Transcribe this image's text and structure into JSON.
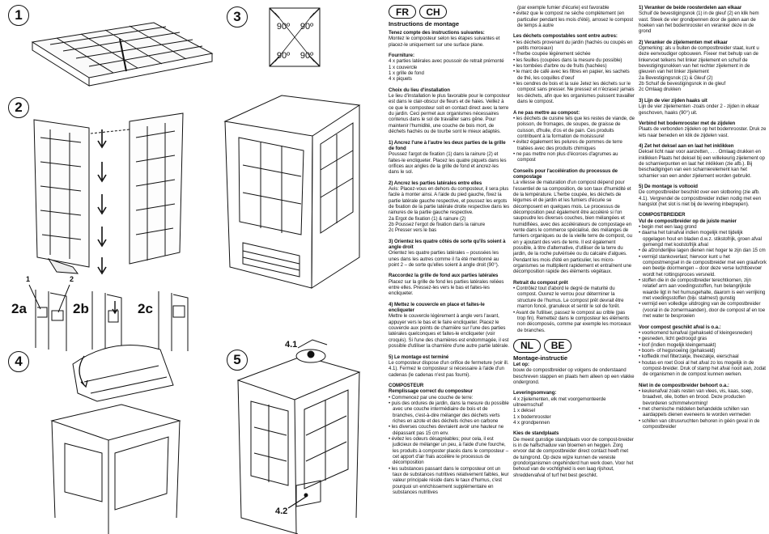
{
  "figures": {
    "steps": [
      "1",
      "2",
      "3",
      "4",
      "5"
    ],
    "sub2": [
      "2a",
      "2b",
      "2c"
    ],
    "small_callouts": [
      "1",
      "2"
    ],
    "callouts": [
      "4.1",
      "4.2"
    ],
    "degree_labels": [
      "90º",
      "90º",
      "90º",
      "90º"
    ]
  },
  "fr": {
    "badges": [
      "FR",
      "CH"
    ],
    "title": "Instructions de montage",
    "intro_heading": "Tenez compte des instructions suivantes:",
    "intro_text": "Montez le composteur selon les étapes suivantes et placez-le uniquement sur une surface plane.",
    "supply_heading": "Fourniture:",
    "supply_items": [
      "4 x parties latérales avec poussoir de retrait prémonté",
      "1 x couvercle",
      "1 x grille de fond",
      "4 x piquets"
    ],
    "place_heading": "Choix du lieu d'installation",
    "place_text": "Le lieu d'installation le plus favorable pour le composteur est dans le clair-obscur de fleurs et de haies. Veillez à ce que le composteur soit en contact direct avec la terre du jardin. Ceci permet aux organismes nécessaires contenus dans le sol de travailler sans gêne. Pour maintenir l'humidité, une couche de bois mort, de déchets hachés ou de tourbe sont le mieux adaptés.",
    "s1_heading": "1) Ancrez l'une à l'autre les deux parties de la grille de fond",
    "s1_text": "Poussez l'argot de fixation (1) dans la rainure (2) et faites-le encliqueter. Placez les quatre piquets dans les orifices aux angles de la grille de fond et ancrez-les dans le sol.",
    "s2_heading": "2) Ancrez les parties latérales entre elles",
    "s2_text": "Avis: Placez-vous en dehors du composteur, il sera plus facile à monter ainsi. A l'aide du pied gauche, fixez la partie latérale gauche respective, et poussez les ergots de fixation de la partie latérale droite respective dans les rainures de la partie gauche respective.",
    "s2_lines": [
      "2a Ergot de fixation (1) & rainure (2)",
      "2b Poussez l'ergot de fixation dans la rainure",
      "2c Presser vers le bas"
    ],
    "s3_heading": "3) Orientez les quatre côtés de sorte qu'ils soient à angle droit",
    "s3_text": "Orientez les quatre parties latérales – poussées les unes dans les autres comme il l'a été mentionné au point 2 – de sorte qu'elles soient à angle droit (90°).",
    "s3b_heading": "Raccordez la grille de fond aux parties latérales",
    "s3b_text": "Placez sur la grille de fond les parties latérales reliées entre elles. Pressez-les vers le bas et faites-les encliqueter.",
    "s4_heading": "4) Mettez le couvercle en place et faites-le encliqueter",
    "s4_text": "Mettre le couvercle légèrement à angle vers l'avant, appuyer vers le bas et le faire encliqueter. Placez le couvercle aux points de charnière sur l'une des parties latérales quelconques et faites-le encliqueter (voir croquis). Si l'une des charnières est endommagée, il est possible d'utiliser la charnière d'une autre partie latérale.",
    "s5_heading": "5) Le montage est terminé",
    "s5_text": "Le composteur dispose d'un orifice de fermeture (voir ill. 4.1). Fermez le composteur si nécessaire à l'aide d'un cadenas (le cadenas n'est pas fourni).",
    "comp_heading": "COMPOSTEUR",
    "fill_heading": "Remplissage correct du composteur",
    "fill_items": [
      "Commencez par une couche de terre:",
      "puis des ordures de jardin, dans la mesure du possible avec une couche intermédiaire de bois et de branches, c'est-à-dire mélanger des déchets verts riches en azote et des déchets riches en carbone",
      "les diverses couches devraient avoir une hauteur ne dépassant pas 15 cm env.",
      "évitez les odeurs désagréables; pour cela, il est judicieux de mélanger un peu, à l'aide d'une fourche, les produits à composter placés dans le composteur – cet apport d'air frais accélère le processus de décomposition",
      "les substances passant dans le composteur ont un taux de substances nutritives relativement faibles, leur valeur principale réside dans le taux d'humus, c'est pourquoi un enrichissement supplémentaire en substances nutritives"
    ]
  },
  "fr2": {
    "cont_items": [
      "(par exemple fumier d'écurie) est favorable",
      "évitez que le compost ne sèche complètement (en particulier pendant les mois d'été), arrosez le compost de temps à autre"
    ],
    "ok_heading": "Les déchets compostables sont entre autres:",
    "ok_items": [
      "les déchets provenant du jardin (hachés ou coupés en petits morceaux)",
      "l'herbe coupée légèrement séchée",
      "les feuilles (coupées dans la mesure du possible)",
      "les tombées d'arbre ou de fruits (hachées)",
      "le marc de café avec les filtres en papier, les sachets de thé, les coquilles d'oeuf",
      "les cendres de bois et la suie Jetez les déchets sur le compost sans presser. Ne pressez et n'écrasez jamais les déchets, afin que les organismes puissent travailler dans le compost."
    ],
    "not_heading": "A ne pas mettre au compost:",
    "not_items": [
      "les déchets de cuisine tels que les restes de viande, de poisson, de fromages, de soupes, de graisse de cuisson, d'huile, d'os et de pain. Ces produits contribuent à la formation de moisissure!",
      "évitez également les pelures de pommes de terre traitées avec des produits chimiques",
      "ne pas mettre non plus d'écorces d'agrumes au compost"
    ],
    "accel_heading": "Conseils pour l'accélération du processus de compostage",
    "accel_text": "La vitesse de maturation d'un compost dépend pour l'essentiel de sa composition, de son taux d'humidité et de la température. L'herbe coupée, les déchets de légumes et de jardin et les fumiers d'écurie se décomposent en quelques mois. Le processus de décomposition peut également être accéléré si l'on saupoudre les diverses couches, bien mélangées et humidifiées, avec des accélérateurs de compostage en vente dans le commerce spécialisé, des mélanges de fumiers organiques ou de la vieille terre de compost, ou en y ajoutant des vers de terre. Il est également possible, à titre d'alternative, d'utiliser de la terre du jardin, de la roche pulvérisée ou du calcaire d'algues. Pendant les mois d'été en particulier, les micro-organismes se multiplient rapidement et entraînent une décomposition rapide des éléments végétaux.",
    "ret_heading": "Retrait du compost prêt",
    "ret_items": [
      "Contrôlez tout d'abord le degré de maturité du compost. Ouvrez le verrou pour déterminer la structure de l'humus. Le compost prêt devrait être marron foncé, granuleux et sentir le sol de forêt.",
      "Avant de l'utiliser, passez le compost au crible (pas trop fin). Remettez dans le composteur les éléments non décomposés, comme par exemple les morceaux de branches."
    ]
  },
  "nl": {
    "badges": [
      "NL",
      "BE"
    ],
    "title": "Montage-instructie",
    "intro_heading": "Let op:",
    "intro_text": "bouw de compostbreider op volgens de onderstaand beschreven stappen en plaats hem alleen op een vlakke ondergrond.",
    "supply_heading": "Leveringsomvang:",
    "supply_items": [
      "4 x zijelementen, elk met voorgemonteerde uitneemschuif",
      "1 x deksel",
      "1 x bodemrooster",
      "4 x grondpennen"
    ],
    "place_heading": "Kies de standplaats",
    "place_text": "De meest gunstige standplaats voor de compost-breider is in de halfschaduw van bloemen en heggen. Zorg ervoor dat de compostbreider direct contact heeft met de tuingrond. Op deze wijze kunnen de vereiste grondorganismen ongehinderd hun werk doen. Voor het behoud van de vochtigheid is een laag rijshout, shreddervafval of turf het best geschikt."
  },
  "nl2": {
    "s1_heading": "1) Veranker de beide roosterdelen aan elkaar",
    "s1_text": "Schuif de bevestigingsnok (1) in de gleuf (2) en klik hem vast. Steek de vier grondpennen door de gaten aan de hoeken van het bodemrooster en veranker deze in de grond",
    "s2_heading": "2) Veranker de zijelementen met elkaar",
    "s2_text": "Opmerking: als u buiten de compostbreider staat, kunt u deze eenvoudiger opbouwen. Fixeer met behulp van de linkervoet telkens het linker zijelement en schuif de bevestigingsnokken van het rechter zijelement in de gleuven van het linker zijelement",
    "s2_lines": [
      "2a Bevestigingsnok (1) & Gleuf (2)",
      "2b Schuif de bevestigingsnok in de gleuf",
      "2c Omlaag drukken"
    ],
    "s3_heading": "3) Lijn de vier zijden haaks uit",
    "s3_text": "Lijn de vier zijelementen -zoals onder 2 - zijden in elkaar geschoven, haaks (90°) uit.",
    "s3b_heading": "Verbind het bodemrooster met de zijdelen",
    "s3b_text": "Plaats de verbonden zijdelen op het bodemrooster. Druk ze iets naar beneden en klik de zijdelen vast.",
    "s4_heading": "4) Zet het deksel aan en laat het inklikken",
    "s4_text": "Deksel licht naar voor aanzetten, . . . Omlaag drukken en inklikken Plaats het deksel bij een willekeurig zijelement op de scharnierpunten en laat het inklikken (zie afb.). Bij beschadigingen van een scharnierelement kan het scharnier van een ander zijelement worden gebruikt.",
    "s5_heading": "5) De montage is voltooid",
    "s5_text": "De compostbreider beschikt over een slotboring (zie afb. 4.1). Vergrendel de compostbreider indien nodig met een hangslot (het slot is niet bij de levering inbegrepen).",
    "comp_heading": "COMPOSTBREIDER",
    "fill_heading": "Vul de compostbreider op de juiste manier",
    "fill_items": [
      "begin met een laag grond",
      "daarna het tuinafval indien mogelijk met tijdelijk opgelagen hout en bladen d.w.z. stikstofrijk, groen afval gemengd met koolstofrijk afval",
      "de afzonderlijke lagen dienen niet hoger te zijn dan 15 cm",
      "vermijd stankoverlast; hiervoor kunt u het compostmengsel in de compostbreider met een graafvork een beetje doormengen – door deze verse luchttoevoer wordt het rottingsproces versneld.",
      "stoffen die in de compostbreider terechtkomen, zijn relatief arm aan voedingsstoffen, hun belangrijkste waarde ligt in het humusgehalte, daarom is een verrijking met voedingsstoffen (bijv. stalmest) gunstig",
      "vermijd een volledige uitdroging van de compostbreider (vooral in de zomermaanden), door de compost af en toe met water te besproeien"
    ],
    "ok_heading": "Voor compost geschikt afval is o.a.:",
    "ok_items": [
      "voorkomend tuinafval (gehakseld of kleingesneden)",
      "gesneden, licht gedroogd gras",
      "loof (indien mogelijk kleingemaakt)",
      "boom- of hegsnoeiing (gehakseld)",
      "koffiedik met filterzakje, theezakje, eierschaal",
      "houtas en roet\nGooi al het afval zo los mogelijk in de compost-breider. Druk of stamp het afval nooit aan, zodat de organismen in de compost kunnen werken."
    ],
    "not_heading": "Niet in de compostbreider behoort o.a.:",
    "not_items": [
      "keukenafval zoals resten van vlees, vis, kaas, soep, braadvet, olie, botten en brood. Deze producten bevorderen schimmelvorming!",
      "met chemische middelen behandelde schillen van aardappels dienen eveneens te worden vermeden",
      "schillen van citrusvruchten behoren in géén geval in de compostbreider"
    ]
  }
}
